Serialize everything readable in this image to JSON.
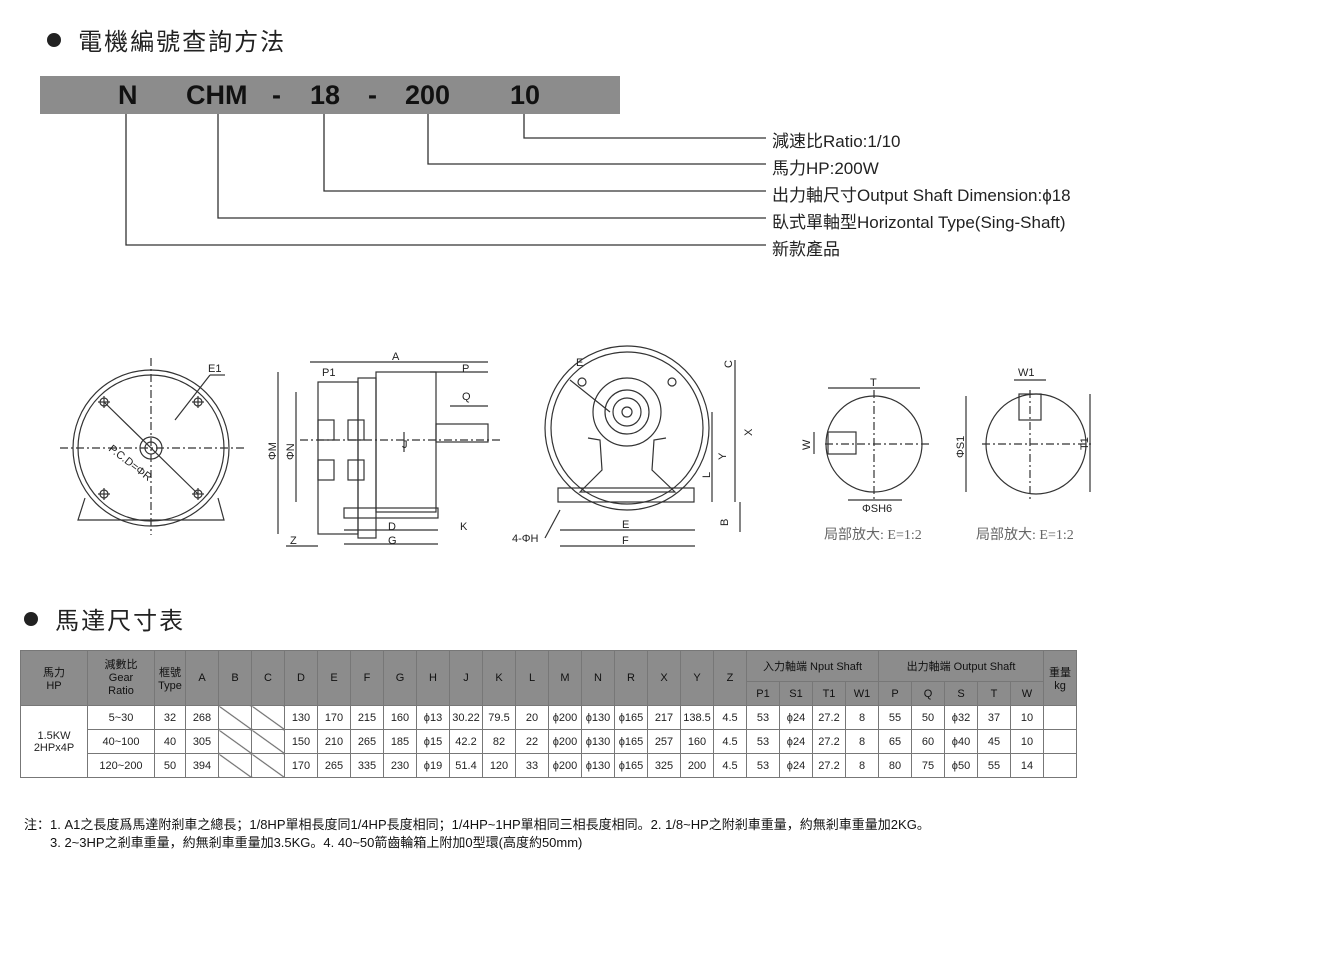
{
  "section1": {
    "title": "電機編號查詢方法"
  },
  "code": {
    "p1": "N",
    "p2": "CHM",
    "d1": "-",
    "p3": "18",
    "d2": "-",
    "p4": "200",
    "p5": "10"
  },
  "legend": [
    "減速比Ratio:1/10",
    "馬力HP:200W",
    "出力軸尺寸Output Shaft Dimension:ϕ18",
    "臥式單軸型Horizontal Type(Sing-Shaft)",
    "新款產品"
  ],
  "drawing": {
    "labels": {
      "E1": "E1",
      "PCD": "P.C.D=ΦR",
      "P1": "P1",
      "A": "A",
      "P": "P",
      "Q": "Q",
      "PHM": "ΦM",
      "PHN": "ΦN",
      "J": "J",
      "D": "D",
      "G": "G",
      "K": "K",
      "Z": "Z",
      "E": "E",
      "C": "C",
      "X": "X",
      "Y": "Y",
      "L": "L",
      "B": "B",
      "F": "F",
      "H": "4-ΦH",
      "T": "T",
      "W": "W",
      "SH6": "ΦSH6",
      "W1": "W1",
      "S1": "ΦS1",
      "T1": "T1"
    },
    "caption1": "局部放大: E=1:2",
    "caption2": "局部放大: E=1:2"
  },
  "section2": {
    "title": "馬達尺寸表"
  },
  "table": {
    "head": {
      "hp": "馬力\nHP",
      "ratio": "減數比\nGear\nRatio",
      "type": "框號\nType",
      "cols": [
        "A",
        "B",
        "C",
        "D",
        "E",
        "F",
        "G",
        "H",
        "J",
        "K",
        "L",
        "M",
        "N",
        "R",
        "X",
        "Y",
        "Z"
      ],
      "input": "入力軸端 Nput Shaft",
      "output": "出力軸端 Output Shaft",
      "weight": "重量\nkg",
      "inputSub": [
        "P1",
        "S1",
        "T1",
        "W1"
      ],
      "outputSub": [
        "P",
        "Q",
        "S",
        "T",
        "W"
      ]
    },
    "hpLabel": "1.5KW\n2HPx4P",
    "rows": [
      [
        "5~30",
        "32",
        "268",
        "",
        "",
        "130",
        "170",
        "215",
        "160",
        "ϕ13",
        "30.22",
        "79.5",
        "20",
        "ϕ200",
        "ϕ130",
        "ϕ165",
        "217",
        "138.5",
        "4.5",
        "53",
        "ϕ24",
        "27.2",
        "8",
        "55",
        "50",
        "ϕ32",
        "37",
        "10",
        ""
      ],
      [
        "40~100",
        "40",
        "305",
        "",
        "",
        "150",
        "210",
        "265",
        "185",
        "ϕ15",
        "42.2",
        "82",
        "22",
        "ϕ200",
        "ϕ130",
        "ϕ165",
        "257",
        "160",
        "4.5",
        "53",
        "ϕ24",
        "27.2",
        "8",
        "65",
        "60",
        "ϕ40",
        "45",
        "10",
        ""
      ],
      [
        "120~200",
        "50",
        "394",
        "",
        "",
        "170",
        "265",
        "335",
        "230",
        "ϕ19",
        "51.4",
        "120",
        "33",
        "ϕ200",
        "ϕ130",
        "ϕ165",
        "325",
        "200",
        "4.5",
        "53",
        "ϕ24",
        "27.2",
        "8",
        "80",
        "75",
        "ϕ50",
        "55",
        "14",
        ""
      ]
    ]
  },
  "notes": {
    "line1": "注：1. A1之長度爲馬達附剎車之總長；1/8HP單相長度同1/4HP長度相同；1/4HP~1HP單相同三相長度相同。2. 1/8~HP之附剎車重量，約無剎車重量加2KG。",
    "line2": "3. 2~3HP之剎車重量，約無剎車重量加3.5KG。4. 40~50箭齒輪箱上附加0型環(高度約50mm)"
  }
}
